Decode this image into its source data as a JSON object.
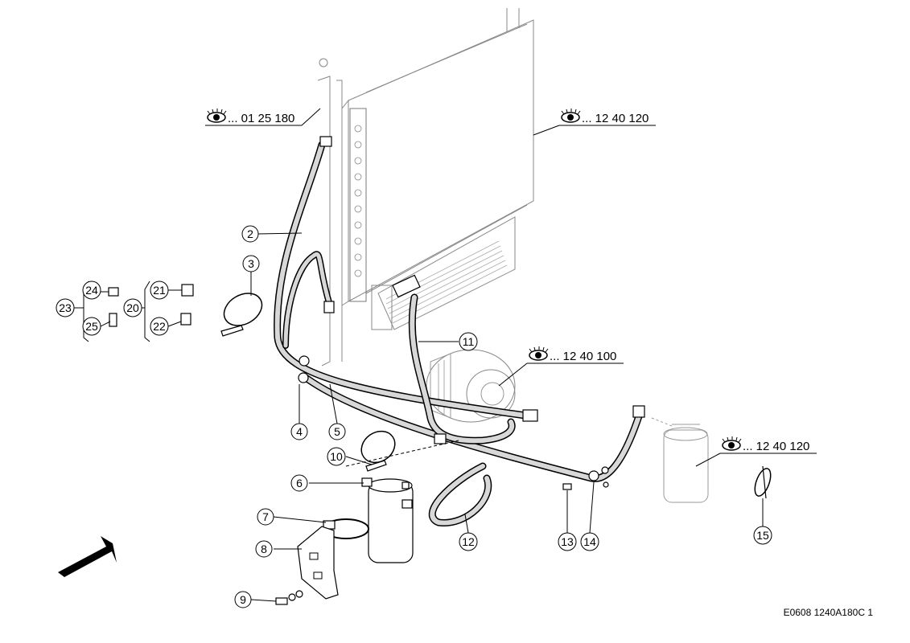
{
  "callouts": [
    "2",
    "3",
    "4",
    "5",
    "6",
    "7",
    "8",
    "9",
    "10",
    "11",
    "12",
    "13",
    "14",
    "15",
    "20",
    "21",
    "22",
    "23",
    "24",
    "25"
  ],
  "refs": {
    "r1": "... 01 25 180",
    "r2": "... 12 40 120",
    "r3": "... 12 40 100",
    "r4": "... 12 40 120"
  },
  "icons": {
    "view": "eye-icon",
    "direction": "arrow-down-left-icon"
  },
  "code": "E0608 1240A180C 1",
  "colors": {
    "line": "#000000",
    "faint": "#888888",
    "background": "#ffffff"
  }
}
